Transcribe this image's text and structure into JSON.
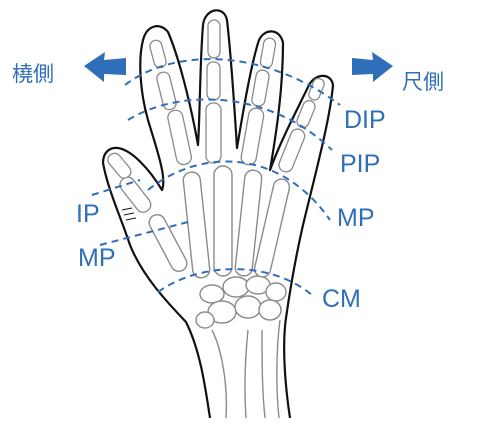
{
  "direction_labels": {
    "radial": "橈側",
    "ulnar": "尺側"
  },
  "joint_labels": {
    "dip": "DIP",
    "pip": "PIP",
    "mp_fingers": "MP",
    "cm": "CM",
    "ip_thumb": "IP",
    "mp_thumb": "MP"
  },
  "colors": {
    "annotation": "#2f6fba",
    "arrow": "#2f6fba",
    "outline": "#111111",
    "bone": "#8a8a8a"
  },
  "icons": {
    "radial_arrow": "arrow-left",
    "ulnar_arrow": "arrow-right"
  }
}
